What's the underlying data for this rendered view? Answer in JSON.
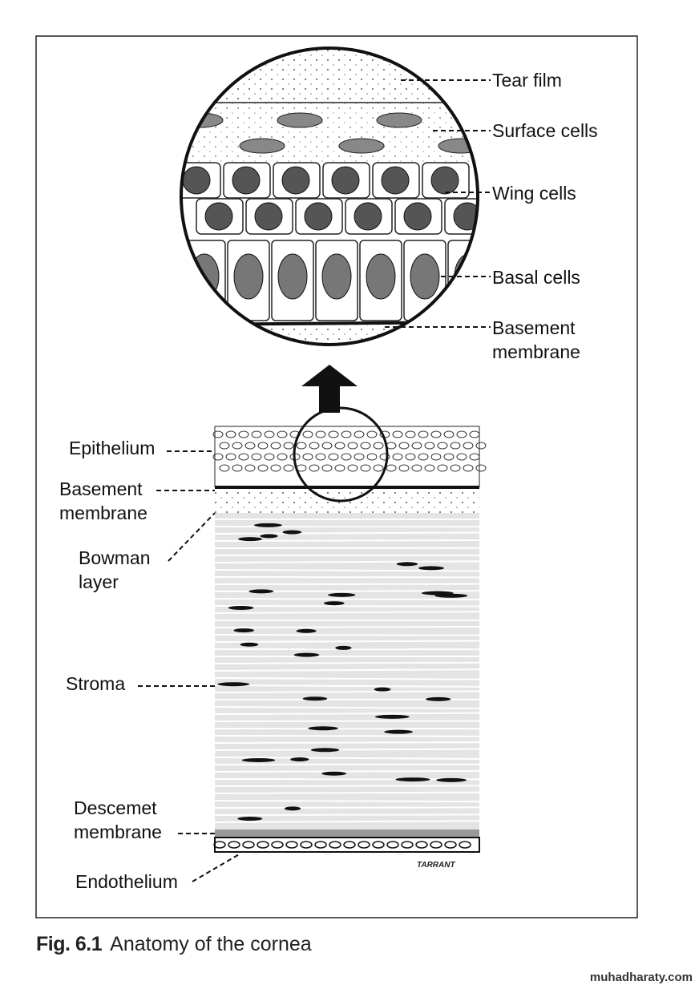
{
  "figure": {
    "number": "Fig. 6.1",
    "title": "Anatomy of the cornea",
    "artist_signature": "TARRANT",
    "magnified_labels": [
      "Tear film",
      "Surface cells",
      "Wing cells",
      "Basal cells",
      "Basement membrane"
    ],
    "section_labels": [
      "Epithelium",
      "Basement membrane",
      "Bowman layer",
      "Stroma",
      "Descemet membrane",
      "Endothelium"
    ]
  },
  "labels": {
    "tear_film": "Tear film",
    "surface_cells": "Surface cells",
    "wing_cells": "Wing cells",
    "basal_cells": "Basal cells",
    "basement_membrane_top_1": "Basement",
    "basement_membrane_top_2": "membrane",
    "epithelium": "Epithelium",
    "basement_membrane_1": "Basement",
    "basement_membrane_2": "membrane",
    "bowman_1": "Bowman",
    "bowman_2": "layer",
    "stroma": "Stroma",
    "descemet_1": "Descemet",
    "descemet_2": "membrane",
    "endothelium": "Endothelium"
  },
  "watermark": "muhadharaty.com"
}
